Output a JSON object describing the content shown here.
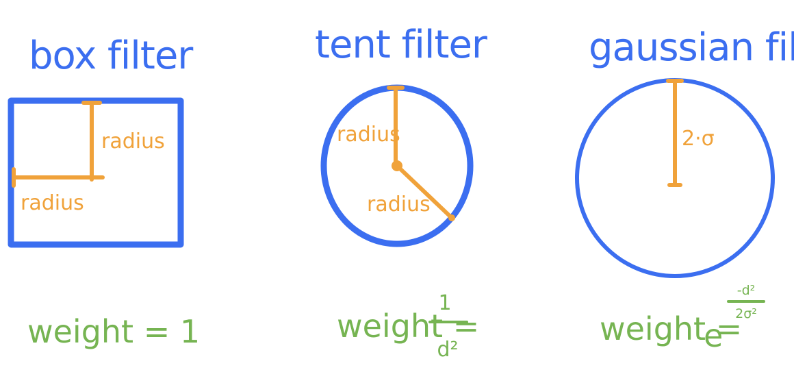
{
  "colors": {
    "blue": "#3b6ef0",
    "orange": "#f0a23a",
    "green": "#76b452"
  },
  "box_filter": {
    "title": "box filter",
    "label_vertical": "radius",
    "label_horizontal": "radius",
    "formula": "weight = 1"
  },
  "tent_filter": {
    "title": "tent filter",
    "label_vertical": "radius",
    "label_diagonal": "radius",
    "formula_lhs": "weight =",
    "formula_numerator": "1",
    "formula_denominator": "d²"
  },
  "gaussian_filter": {
    "title": "gaussian filter",
    "label_radius": "2·σ",
    "formula_lhs": "weight =",
    "formula_base": "e",
    "formula_exp_numerator": "-d²",
    "formula_exp_denominator": "2σ²"
  }
}
